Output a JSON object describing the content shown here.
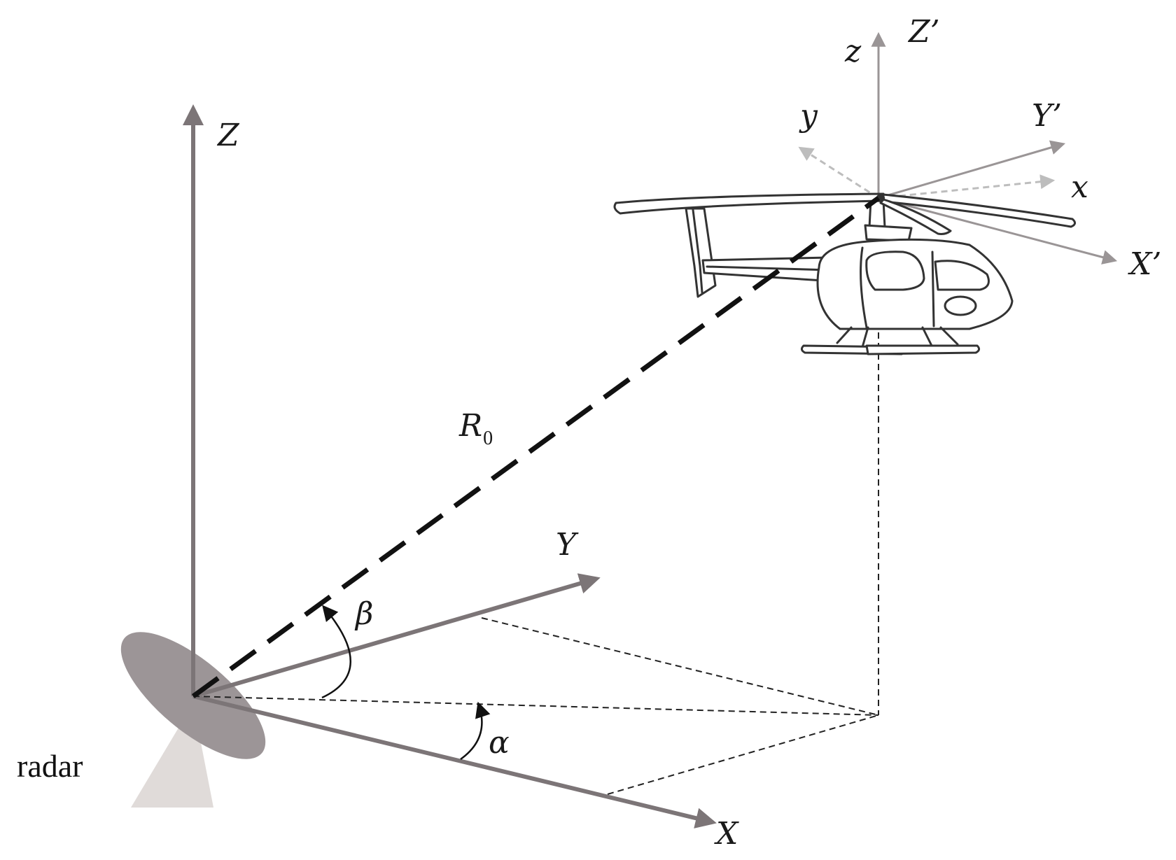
{
  "labels": {
    "radar_Z": "Z",
    "radar_Y": "Y",
    "radar_X": "X",
    "target_Z_prime": "Z’",
    "target_Y_prime": "Y’",
    "target_X_prime": "X’",
    "body_z": "z",
    "body_y": "y",
    "body_x": "x",
    "range": "R",
    "range_sub": "0",
    "azimuth": "α",
    "elevation": "β",
    "radar": "radar"
  },
  "colors": {
    "main_axis": "#7c7577",
    "target_axis": "#9a9596",
    "body_axis": "#bdbdbd",
    "range_line": "#111111",
    "projection": "#222222",
    "dish": "#9c9597",
    "stand": "#e0dbd9",
    "helicopter": "#333333"
  },
  "icons": {
    "radar": "radar-dish-icon",
    "target": "helicopter-icon"
  }
}
